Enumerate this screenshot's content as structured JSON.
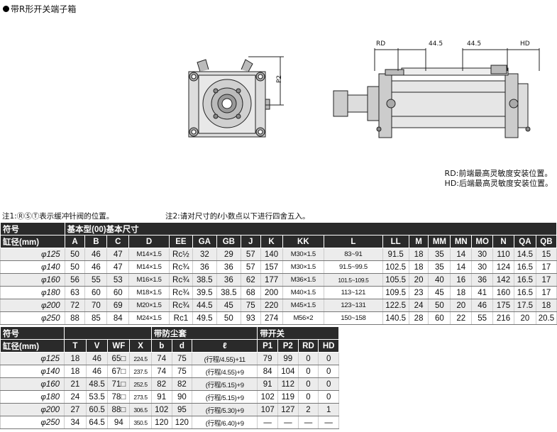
{
  "title": "带R形开关端子箱",
  "dims": {
    "rd": "RD",
    "d445a": "44.5",
    "d445b": "44.5",
    "hd": "HD",
    "p2": "P2"
  },
  "legend": [
    "RD:前端最高灵敏度安装位置。",
    "HD:后端最高灵敏度安装位置。"
  ],
  "notes": {
    "note1": "注1:ⓇⓈⓉ表示缓冲针阀的位置。",
    "note2": "注2:请对尺寸的ℓ小数点以下进行四舍五入。"
  },
  "table1": {
    "h_symbol": "符号",
    "h_group": "基本型(00)基本尺寸",
    "h_bore": "缸径(mm)",
    "cols": [
      "A",
      "B",
      "C",
      "D",
      "EE",
      "GA",
      "GB",
      "J",
      "K",
      "KK",
      "L",
      "LL",
      "M",
      "MM",
      "MN",
      "MO",
      "N",
      "QA",
      "QB"
    ],
    "rows": [
      [
        "φ125",
        "50",
        "46",
        "47",
        "M14×1.5",
        "Rc½",
        "32",
        "29",
        "57",
        "140",
        "M30×1.5",
        "83~91",
        "91.5",
        "18",
        "35",
        "14",
        "30",
        "110",
        "14.5",
        "15"
      ],
      [
        "φ140",
        "50",
        "46",
        "47",
        "M14×1.5",
        "Rc¾",
        "36",
        "36",
        "57",
        "157",
        "M30×1.5",
        "91.5~99.5",
        "102.5",
        "18",
        "35",
        "14",
        "30",
        "124",
        "16.5",
        "17"
      ],
      [
        "φ160",
        "56",
        "55",
        "53",
        "M16×1.5",
        "Rc¾",
        "38.5",
        "36",
        "62",
        "177",
        "M36×1.5",
        "101.5~109.5",
        "105.5",
        "20",
        "40",
        "16",
        "36",
        "142",
        "16.5",
        "17"
      ],
      [
        "φ180",
        "63",
        "60",
        "60",
        "M18×1.5",
        "Rc¾",
        "39.5",
        "38.5",
        "68",
        "200",
        "M40×1.5",
        "113~121",
        "109.5",
        "23",
        "45",
        "18",
        "41",
        "160",
        "16.5",
        "17"
      ],
      [
        "φ200",
        "72",
        "70",
        "69",
        "M20×1.5",
        "Rc¾",
        "44.5",
        "45",
        "75",
        "220",
        "M45×1.5",
        "123~131",
        "122.5",
        "24",
        "50",
        "20",
        "46",
        "175",
        "17.5",
        "18"
      ],
      [
        "φ250",
        "88",
        "85",
        "84",
        "M24×1.5",
        "Rc1",
        "49.5",
        "50",
        "93",
        "274",
        "M56×2",
        "150~158",
        "140.5",
        "28",
        "60",
        "22",
        "55",
        "216",
        "20",
        "20.5"
      ]
    ]
  },
  "table2": {
    "h_symbol": "符号",
    "h_bore": "缸径(mm)",
    "h_dust": "带防尘套",
    "h_switch": "带开关",
    "cols": [
      "T",
      "V",
      "WF",
      "X",
      "b",
      "d",
      "ℓ",
      "P1",
      "P2",
      "RD",
      "HD"
    ],
    "rows": [
      [
        "φ125",
        "18",
        "46",
        "65□",
        "224.5",
        "74",
        "75",
        "(行程/4.55)+11",
        "79",
        "99",
        "0",
        "0"
      ],
      [
        "φ140",
        "18",
        "46",
        "67□",
        "237.5",
        "74",
        "75",
        "(行程/4.55)+9",
        "84",
        "104",
        "0",
        "0"
      ],
      [
        "φ160",
        "21",
        "48.5",
        "71□",
        "252.5",
        "82",
        "82",
        "(行程/5.15)+9",
        "91",
        "112",
        "0",
        "0"
      ],
      [
        "φ180",
        "24",
        "53.5",
        "78□",
        "273.5",
        "91",
        "90",
        "(行程/5.15)+9",
        "102",
        "119",
        "0",
        "0"
      ],
      [
        "φ200",
        "27",
        "60.5",
        "88□",
        "306.5",
        "102",
        "95",
        "(行程/5.30)+9",
        "107",
        "127",
        "2",
        "1"
      ],
      [
        "φ250",
        "34",
        "64.5",
        "94",
        "350.5",
        "120",
        "120",
        "(行程/6.40)+9",
        "—",
        "—",
        "—",
        "—"
      ]
    ]
  }
}
